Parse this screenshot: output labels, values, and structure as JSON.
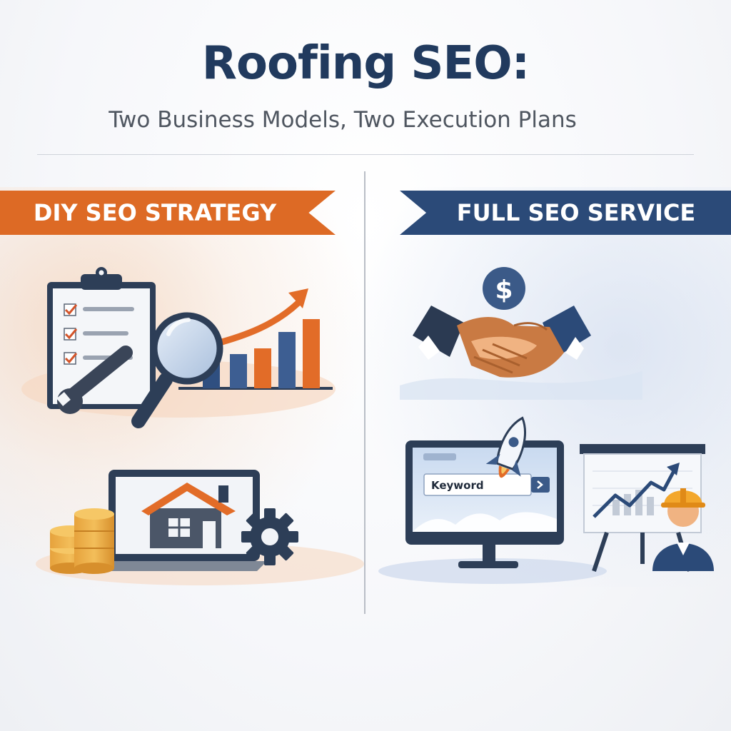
{
  "header": {
    "title": "Roofing SEO:",
    "subtitle": "Two Business Models, Two Execution Plans"
  },
  "left_panel": {
    "banner": "DIY SEO STRATEGY"
  },
  "right_panel": {
    "banner": "FULL SEO SERVICE",
    "search_box_text": "Keyword",
    "coin_symbol": "$"
  },
  "colors": {
    "accent_orange": "#dd6a25",
    "accent_navy": "#2b4a78",
    "title_navy": "#213a5e"
  },
  "icons": [
    "clipboard-checklist-icon",
    "magnifier-icon",
    "wrench-icon",
    "growth-chart-icon",
    "laptop-house-icon",
    "coin-stack-icon",
    "gear-icon",
    "handshake-icon",
    "dollar-coin-icon",
    "rocket-icon",
    "monitor-search-icon",
    "presentation-board-icon",
    "roofer-worker-icon"
  ]
}
